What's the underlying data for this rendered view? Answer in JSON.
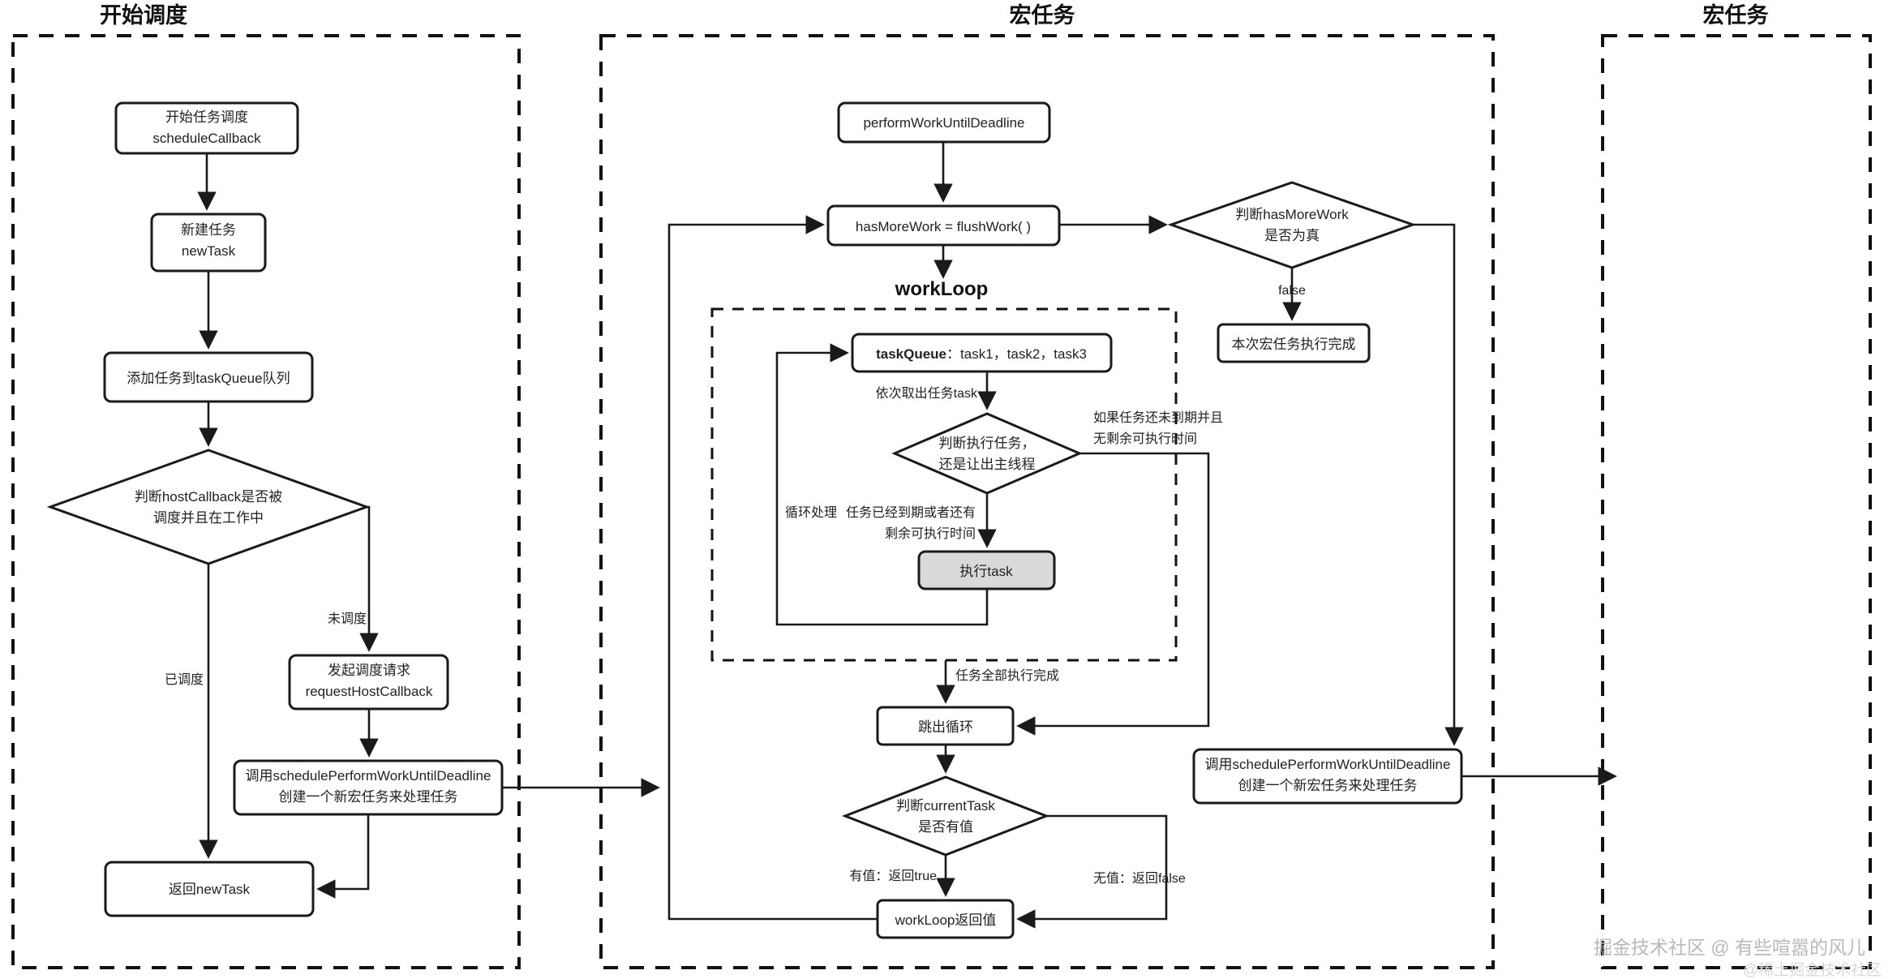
{
  "lanes": [
    {
      "title": "开始调度"
    },
    {
      "title": "宏任务"
    },
    {
      "title": "宏任务"
    }
  ],
  "sections": {
    "workloop_title": "workLoop"
  },
  "left_lane": {
    "nodes": [
      {
        "id": "start",
        "lines": [
          "开始任务调度",
          "scheduleCallback"
        ]
      },
      {
        "id": "newtask",
        "lines": [
          "新建任务",
          "newTask"
        ]
      },
      {
        "id": "enqueue",
        "lines": [
          "添加任务到taskQueue队列"
        ]
      },
      {
        "id": "decision_host",
        "lines": [
          "判断hostCallback是否被",
          "调度并且在工作中"
        ]
      },
      {
        "id": "request",
        "lines": [
          "发起调度请求",
          "requestHostCallback"
        ]
      },
      {
        "id": "schedule_macro",
        "lines": [
          "调用schedulePerformWorkUntilDeadline",
          "创建一个新宏任务来处理任务"
        ]
      },
      {
        "id": "return",
        "lines": [
          "返回newTask"
        ]
      }
    ],
    "edge_labels": [
      {
        "id": "not_scheduled",
        "text": "未调度"
      },
      {
        "id": "already_scheduled",
        "text": "已调度"
      }
    ]
  },
  "middle_lane": {
    "nodes": [
      {
        "id": "perform",
        "lines": [
          "performWorkUntilDeadline"
        ]
      },
      {
        "id": "flushwork",
        "lines": [
          "hasMoreWork = flushWork( )"
        ]
      },
      {
        "id": "decision_hasmorework",
        "lines": [
          "判断hasMoreWork",
          "是否为真"
        ]
      },
      {
        "id": "macro_done",
        "lines": [
          "本次宏任务执行完成"
        ]
      },
      {
        "id": "taskqueue",
        "lines": [
          "taskQueue：task1，task2，task3"
        ],
        "bold_prefix": "taskQueue"
      },
      {
        "id": "decision_exec",
        "lines": [
          "判断执行任务，",
          "还是让出主线程"
        ]
      },
      {
        "id": "exec_task",
        "lines": [
          "执行task"
        ],
        "fill": "#d9d9d9"
      },
      {
        "id": "break_loop",
        "lines": [
          "跳出循环"
        ]
      },
      {
        "id": "decision_currenttask",
        "lines": [
          "判断currentTask",
          "是否有值"
        ]
      },
      {
        "id": "workloop_return",
        "lines": [
          "workLoop返回值"
        ]
      },
      {
        "id": "schedule_macro2",
        "lines": [
          "调用schedulePerformWorkUntilDeadline",
          "创建一个新宏任务来处理任务"
        ]
      }
    ],
    "edge_labels": [
      {
        "id": "false",
        "text": "false"
      },
      {
        "id": "take_task",
        "text": "依次取出任务task"
      },
      {
        "id": "loop_process",
        "text": "循环处理"
      },
      {
        "id": "expired_1",
        "text": "任务已经到期或者还有"
      },
      {
        "id": "expired_2",
        "text": "剩余可执行时间"
      },
      {
        "id": "yield_1",
        "text": "如果任务还未到期并且"
      },
      {
        "id": "yield_2",
        "text": "无剩余可执行时间"
      },
      {
        "id": "all_done",
        "text": "任务全部执行完成"
      },
      {
        "id": "has_value",
        "text": "有值：返回true"
      },
      {
        "id": "no_value",
        "text": "无值：返回false"
      }
    ]
  },
  "watermark": {
    "line1": "掘金技术社区 @ 有些喧嚣的风儿",
    "line2": "@稀土掘金技术社区"
  },
  "colors": {
    "stroke": "#1a1a1a",
    "gray_fill": "#d9d9d9",
    "background": "#ffffff"
  }
}
